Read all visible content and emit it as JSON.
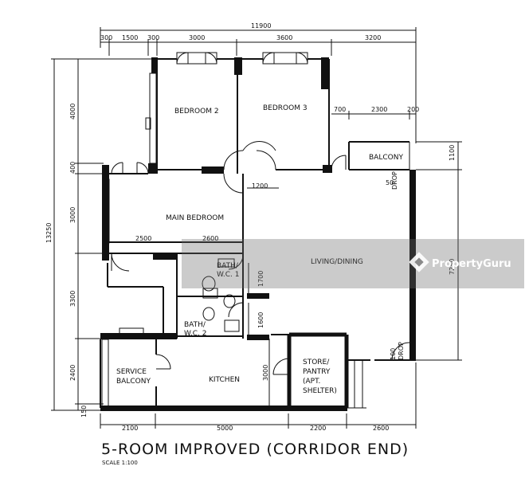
{
  "plan": {
    "title": "5-ROOM IMPROVED (CORRIDOR END)",
    "scale": "SCALE  1:100",
    "rooms": {
      "bedroom2": "BEDROOM 2",
      "bedroom3": "BEDROOM 3",
      "main_bedroom": "MAIN BEDROOM",
      "balcony": "BALCONY",
      "living_dining": "LIVING/DINING",
      "bath1_line1": "BATH/",
      "bath1_line2": "W.C. 1",
      "bath2_line1": "BATH/",
      "bath2_line2": "W.C. 2",
      "service_balcony_line1": "SERVICE",
      "service_balcony_line2": "BALCONY",
      "kitchen": "KITCHEN",
      "store_line1": "STORE/",
      "store_line2": "PANTRY",
      "store_line3": "(APT.",
      "store_line4": "SHELTER)"
    },
    "notes": {
      "drop_50_a": "50",
      "drop_50_b": "DROP",
      "drop_100_a": "100",
      "drop_100_b": "DROP"
    },
    "dimensions": {
      "top_total": "11900",
      "top_300_a": "300",
      "top_1500": "1500",
      "top_300_b": "300",
      "top_3000": "3000",
      "top_3600": "3600",
      "top_3200": "3200",
      "right_700": "700",
      "right_2300": "2300",
      "right_200": "200",
      "right_1100": "1100",
      "right_7250": "7250",
      "left_total": "13250",
      "left_4000": "4000",
      "left_400": "400",
      "left_3000": "3000",
      "left_3300": "3300",
      "left_2400": "2400",
      "left_150": "150",
      "mid_1200": "1200",
      "mid_2500": "2500",
      "mid_2600": "2600",
      "mid_1700": "1700",
      "mid_1600": "1600",
      "mid_3000": "3000",
      "bottom_2100": "2100",
      "bottom_5000": "5000",
      "bottom_2200": "2200",
      "bottom_2600": "2600"
    }
  },
  "watermark": {
    "text": "PropertyGuru"
  }
}
